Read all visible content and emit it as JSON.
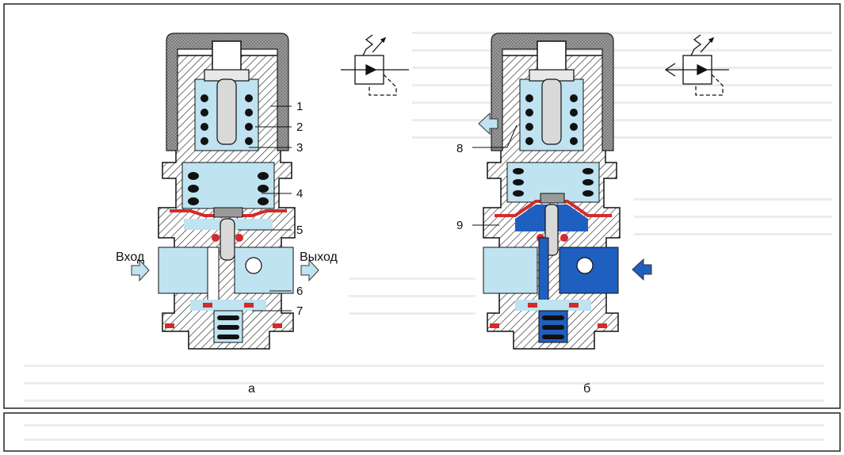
{
  "figure": {
    "panel_a": {
      "caption": "а",
      "inlet_label": "Вход",
      "outlet_label": "Выход",
      "callouts": [
        "1",
        "2",
        "3",
        "4",
        "5",
        "6",
        "7"
      ]
    },
    "panel_b": {
      "caption": "б",
      "callouts": [
        "8",
        "9"
      ]
    }
  },
  "colors": {
    "light_blue": "#bfe3f0",
    "dark_blue": "#1f5fc0",
    "seal_red": "#d42a2a",
    "hatch": "#2a2a2a",
    "cap_gray": "#8a8a8a",
    "spring": "#111111",
    "arrow_fill": "#bfe3f0"
  }
}
